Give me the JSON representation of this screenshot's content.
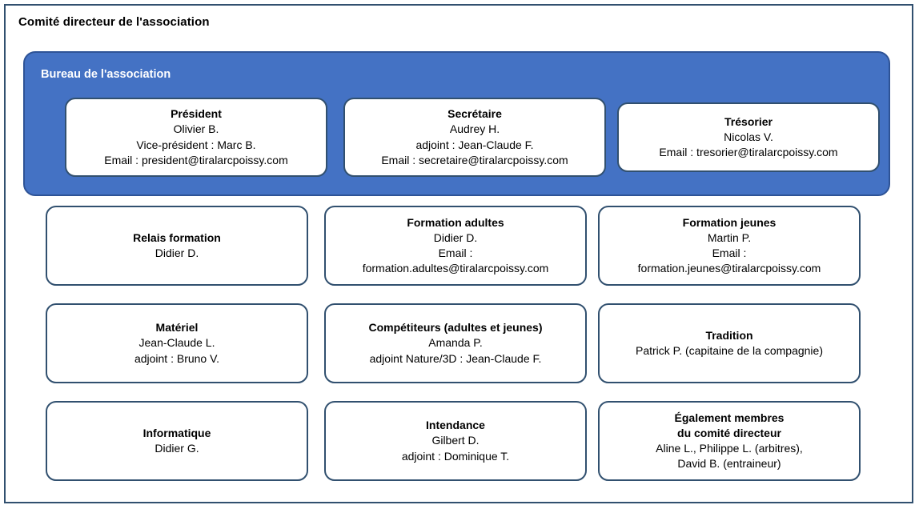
{
  "diagram": {
    "title": "Comité directeur de l'association",
    "colors": {
      "frame_border": "#31506F",
      "panel_fill": "#4472C4",
      "panel_border": "#2E5396",
      "card_border": "#31506F",
      "card_fill": "#FFFFFF",
      "text": "#000000",
      "panel_text": "#FFFFFF"
    },
    "bureau": {
      "title": "Bureau de l'association",
      "cards": [
        {
          "title": "Président",
          "lines": [
            "Olivier B.",
            "Vice-président : Marc B.",
            "Email : president@tiralarcpoissy.com"
          ]
        },
        {
          "title": "Secrétaire",
          "lines": [
            "Audrey H.",
            "adjoint : Jean-Claude F.",
            "Email : secretaire@tiralarcpoissy.com"
          ]
        },
        {
          "title": "Trésorier",
          "lines": [
            "Nicolas V.",
            "Email : tresorier@tiralarcpoissy.com"
          ]
        }
      ]
    },
    "rows": [
      [
        {
          "title": "Relais formation",
          "lines": [
            "Didier D."
          ]
        },
        {
          "title": "Formation adultes",
          "lines": [
            "Didier D.",
            "Email :",
            "formation.adultes@tiralarcpoissy.com"
          ]
        },
        {
          "title": "Formation jeunes",
          "lines": [
            "Martin P.",
            "Email :",
            "formation.jeunes@tiralarcpoissy.com"
          ]
        }
      ],
      [
        {
          "title": "Matériel",
          "lines": [
            "Jean-Claude L.",
            "adjoint : Bruno V."
          ]
        },
        {
          "title": "Compétiteurs (adultes et jeunes)",
          "lines": [
            "Amanda P.",
            "adjoint Nature/3D : Jean-Claude F."
          ]
        },
        {
          "title": "Tradition",
          "lines": [
            "Patrick P. (capitaine de la compagnie)"
          ]
        }
      ],
      [
        {
          "title": "Informatique",
          "lines": [
            "Didier G."
          ]
        },
        {
          "title": "Intendance",
          "lines": [
            "Gilbert D.",
            "adjoint : Dominique T."
          ]
        },
        {
          "title": "Également membres\ndu comité directeur",
          "lines": [
            "Aline L., Philippe L. (arbitres),",
            "David B. (entraineur)"
          ]
        }
      ]
    ]
  }
}
